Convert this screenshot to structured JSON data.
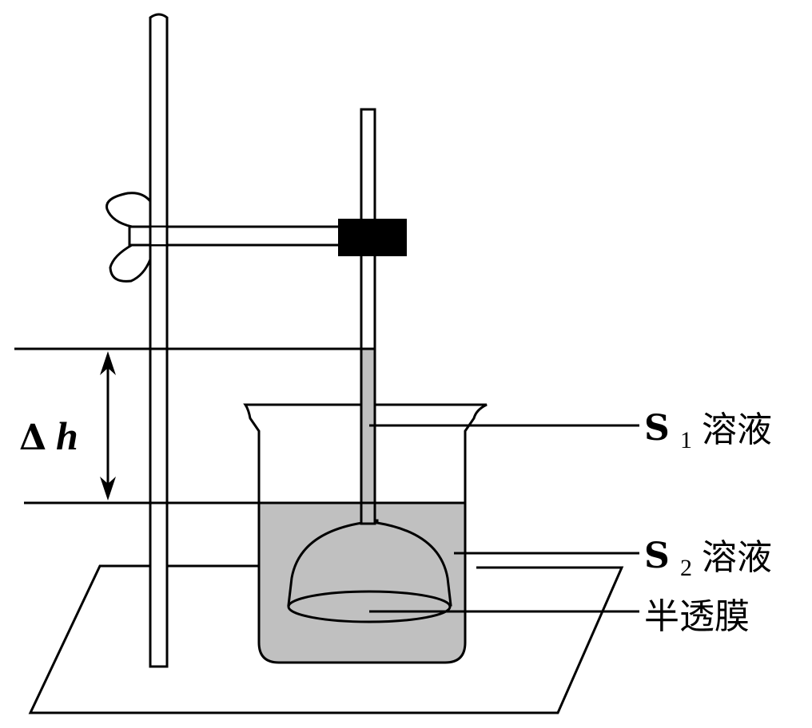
{
  "labels": {
    "delta_symbol": "Δ",
    "delta_var": "h",
    "s1_letter": "S",
    "s1_sub": "1",
    "s1_text": "溶液",
    "s2_letter": "S",
    "s2_sub": "2",
    "s2_text": "溶液",
    "membrane": "半透膜"
  },
  "colors": {
    "solution_fill": "#c0c0c0",
    "clamp_fill": "#000000",
    "line": "#000000"
  }
}
